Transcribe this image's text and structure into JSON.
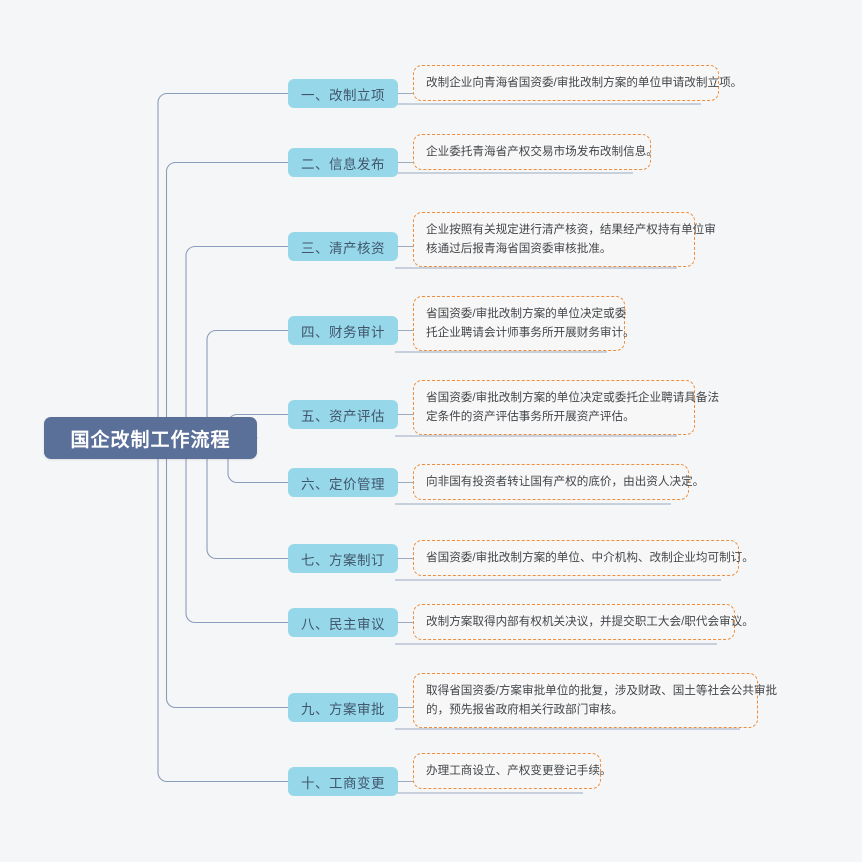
{
  "diagram": {
    "type": "mindmap",
    "title": "国企改制工作流程",
    "background_color": "#f5f6f7",
    "root": {
      "label": "国企改制工作流程",
      "fill": "#5b7099",
      "text_color": "#ffffff"
    },
    "branch_style": {
      "fill": "#96d7ea",
      "text_color": "#41566b"
    },
    "detail_style": {
      "border_color": "#ef8d3c",
      "fill": "#f7f7f7",
      "text_color": "#43464a"
    },
    "connector_color": "#8b9dbb",
    "branches": [
      {
        "label": "一、改制立项",
        "detail_lines": [
          "改制企业向青海省国资委/审批改制方案的单位申请改制立项。"
        ]
      },
      {
        "label": "二、信息发布",
        "detail_lines": [
          "企业委托青海省产权交易市场发布改制信息。"
        ]
      },
      {
        "label": "三、清产核资",
        "detail_lines": [
          "企业按照有关规定进行清产核资，结果经产权持有单位审",
          "核通过后报青海省国资委审核批准。"
        ]
      },
      {
        "label": "四、财务审计",
        "detail_lines": [
          "省国资委/审批改制方案的单位决定或委",
          "托企业聘请会计师事务所开展财务审计。"
        ]
      },
      {
        "label": "五、资产评估",
        "detail_lines": [
          "省国资委/审批改制方案的单位决定或委托企业聘请具备法",
          "定条件的资产评估事务所开展资产评估。"
        ]
      },
      {
        "label": "六、定价管理",
        "detail_lines": [
          "向非国有投资者转让国有产权的底价，由出资人决定。"
        ]
      },
      {
        "label": "七、方案制订",
        "detail_lines": [
          "省国资委/审批改制方案的单位、中介机构、改制企业均可制订。"
        ]
      },
      {
        "label": "八、民主审议",
        "detail_lines": [
          "改制方案取得内部有权机关决议，并提交职工大会/职代会审议。"
        ]
      },
      {
        "label": "九、方案审批",
        "detail_lines": [
          "取得省国资委/方案审批单位的批复，涉及财政、国土等社会公共审批",
          "的，预先报省政府相关行政部门审核。"
        ]
      },
      {
        "label": "十、工商变更",
        "detail_lines": [
          "办理工商设立、产权变更登记手续。"
        ]
      }
    ]
  }
}
